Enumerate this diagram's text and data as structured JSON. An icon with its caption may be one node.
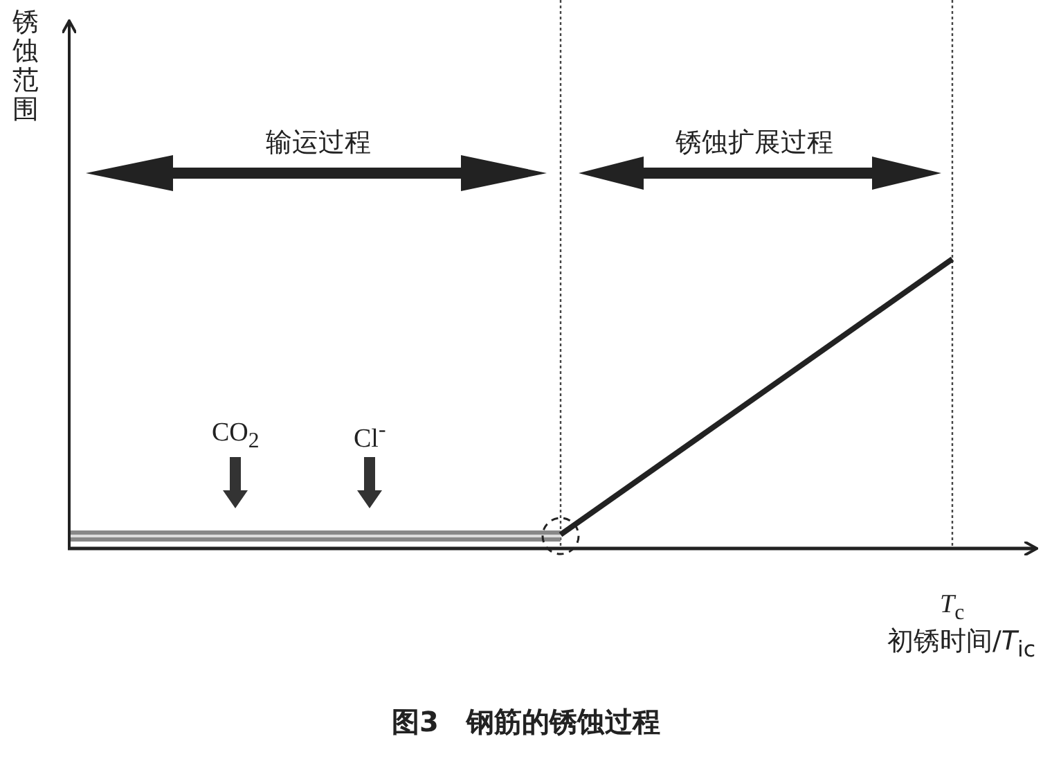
{
  "diagram": {
    "caption": "图3　钢筋的锈蚀过程",
    "labels": [
      "锈蚀范围",
      "输运过程",
      "锈蚀扩展过程",
      "CO$_{2}$",
      "Cl$^{-}$",
      "*T*$_{c}$",
      "初锈时间/*T*$_{ic}$"
    ]
  }
}
